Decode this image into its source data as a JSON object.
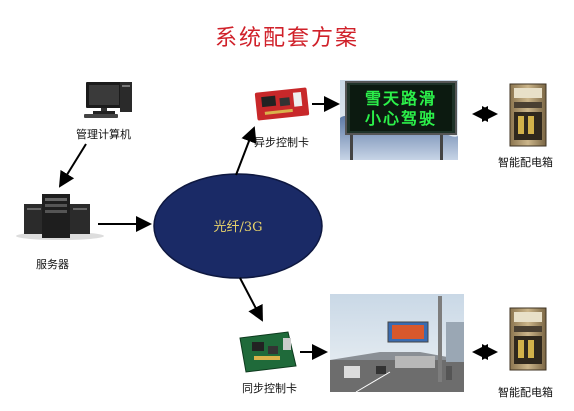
{
  "title": "系统配套方案",
  "nodes": {
    "management_pc": "管理计算机",
    "server": "服务器",
    "network": "光纤/3G",
    "async_card": "异步控制卡",
    "sync_card": "同步控制卡",
    "power_box_top": "智能配电箱",
    "power_box_bottom": "智能配电箱"
  },
  "led_sign": {
    "line1": "雪天路滑",
    "line2": "小心驾驶"
  },
  "colors": {
    "title": "#d0212a",
    "network_fill": "#1a2a66",
    "network_text": "#e8d36a",
    "led_text": "#2cf04a"
  }
}
